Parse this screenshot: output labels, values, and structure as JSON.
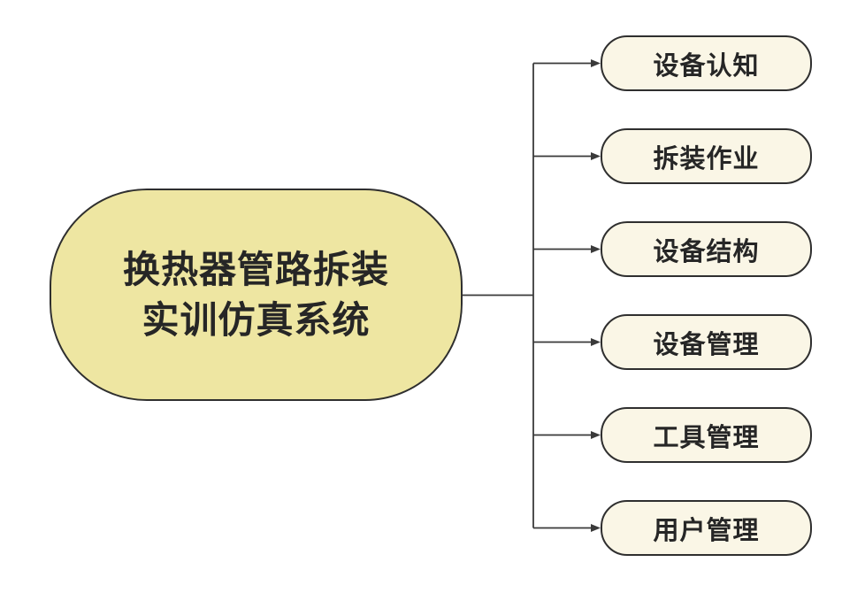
{
  "diagram": {
    "root": {
      "label_line1": "换热器管路拆装",
      "label_line2": "实训仿真系统"
    },
    "children": [
      {
        "label": "设备认知"
      },
      {
        "label": "拆装作业"
      },
      {
        "label": "设备结构"
      },
      {
        "label": "设备管理"
      },
      {
        "label": "工具管理"
      },
      {
        "label": "用户管理"
      }
    ],
    "colors": {
      "background": "#ffffff",
      "root_fill": "#eee6a2",
      "root_border": "#2f2f2f",
      "child_fill": "#faf6e6",
      "child_border": "#2f2f2f",
      "line": "#3a3a3a",
      "text": "#262626"
    }
  }
}
